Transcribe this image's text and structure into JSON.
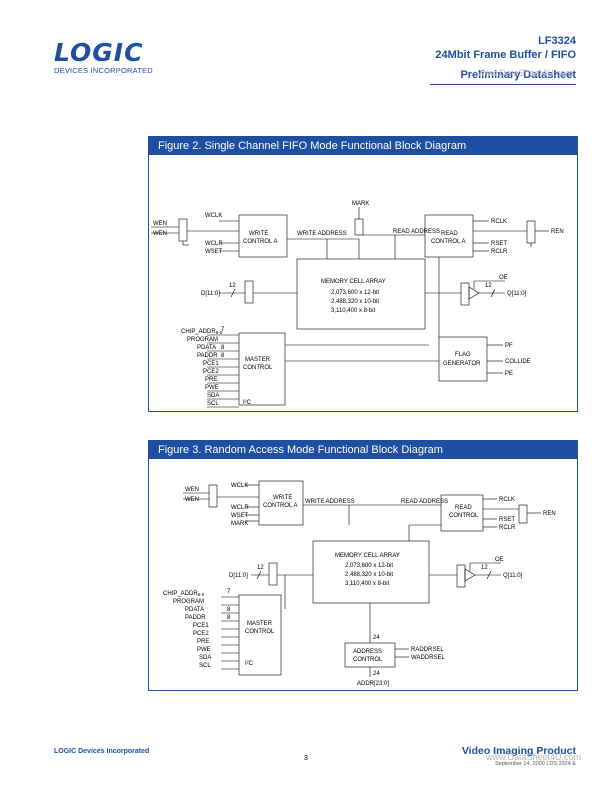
{
  "header": {
    "logo": "LOGIC",
    "logo_sub": "DEVICES INCORPORATED",
    "part": "LF3324",
    "desc": "24Mbit Frame Buffer / FIFO",
    "doctype": "Preliminary Datasheet"
  },
  "watermark": "www.DataSheet4U.com",
  "fig2": {
    "title": "Figure 2. Single Channel FIFO Mode Functional Block Diagram",
    "in_wen": "WEN",
    "in_wen2": "WEN",
    "wclk": "WCLK",
    "wclr": "WCLR",
    "wset": "WSET",
    "write_ctrl_1": "WRITE",
    "write_ctrl_2": "CONTROL A",
    "mark": "MARK",
    "write_address": "WRITE ADDRESS",
    "read_address": "READ ADDRESS",
    "read_ctrl_1": "READ",
    "read_ctrl_2": "CONTROL A",
    "rclk": "RCLK",
    "rset": "RSET",
    "rclr": "RCLR",
    "ren": "REN",
    "mem_title": "MEMORY CELL ARRAY",
    "mem_l1": "2,073,600 x 12-bit",
    "mem_l2": "2,488,320 x 10-bit",
    "mem_l3": "3,110,400 x 8-bit",
    "din": "D[11:0]",
    "bus12": "12",
    "oe": "OE",
    "bus12b": "12",
    "qout": "Q[11:0]",
    "chip_addr": "CHIP_ADDR",
    "chip_addr_sub": "6-0",
    "program": "PROGRAM",
    "pdata": "PDATA",
    "paddr": "PADDR",
    "pce1": "PCE1",
    "pce2": "PCE2",
    "pre": "PRE",
    "pwe": "PWE",
    "sda": "SDA",
    "scl": "SCL",
    "bus7": "7",
    "bus8": "8",
    "bus8b": "8",
    "master_1": "MASTER",
    "master_2": "CONTROL",
    "i2c": "I²C",
    "flag_1": "FLAG",
    "flag_2": "GENERATOR",
    "pf": "PF",
    "collide": "COLLIDE",
    "pe": "PE"
  },
  "fig3": {
    "title": "Figure 3. Random Access Mode Functional Block Diagram",
    "in_wen": "WEN",
    "in_wen2": "WEN",
    "wclk": "WCLK",
    "wclr": "WCLR",
    "wset": "WSET",
    "mark": "MARK",
    "write_ctrl_1": "WRITE",
    "write_ctrl_2": "CONTROL A",
    "write_address": "WRITE ADDRESS",
    "read_address": "READ ADDRESS",
    "read_ctrl_1": "READ",
    "read_ctrl_2": "CONTROL",
    "rclk": "RCLK",
    "rset": "RSET",
    "rclr": "RCLR",
    "ren": "REN",
    "mem_title": "MEMORY CELL ARRAY",
    "mem_l1": "2,073,600 x 12-bit",
    "mem_l2": "2,488,320 x 10-bit",
    "mem_l3": "3,110,400 x 8-bit",
    "din": "D[11:0]",
    "bus12": "12",
    "oe": "OE",
    "bus12b": "12",
    "qout": "Q[11:0]",
    "chip_addr": "CHIP_ADDR",
    "chip_addr_sub": "6-0",
    "program": "PROGRAM",
    "pdata": "PDATA",
    "paddr": "PADDR",
    "pce1": "PCE1",
    "pce2": "PCE2",
    "pre": "PRE",
    "pwe": "PWE",
    "sda": "SDA",
    "scl": "SCL",
    "bus7": "7",
    "bus8": "8",
    "bus8b": "8",
    "master_1": "MASTER",
    "master_2": "CONTROL",
    "i2c": "I²C",
    "addr_1": "ADDRESS",
    "addr_2": "CONTROL",
    "raddrsel": "RADDRSEL",
    "waddrsel": "WADDRSEL",
    "bus24": "24",
    "bus24b": "24",
    "addr_in": "ADDR[23:0]"
  },
  "footer": {
    "company": "LOGIC Devices Incorporated",
    "page": "3",
    "product": "Video Imaging Product",
    "date": "September 14, 2000 LDS.3324 E"
  }
}
